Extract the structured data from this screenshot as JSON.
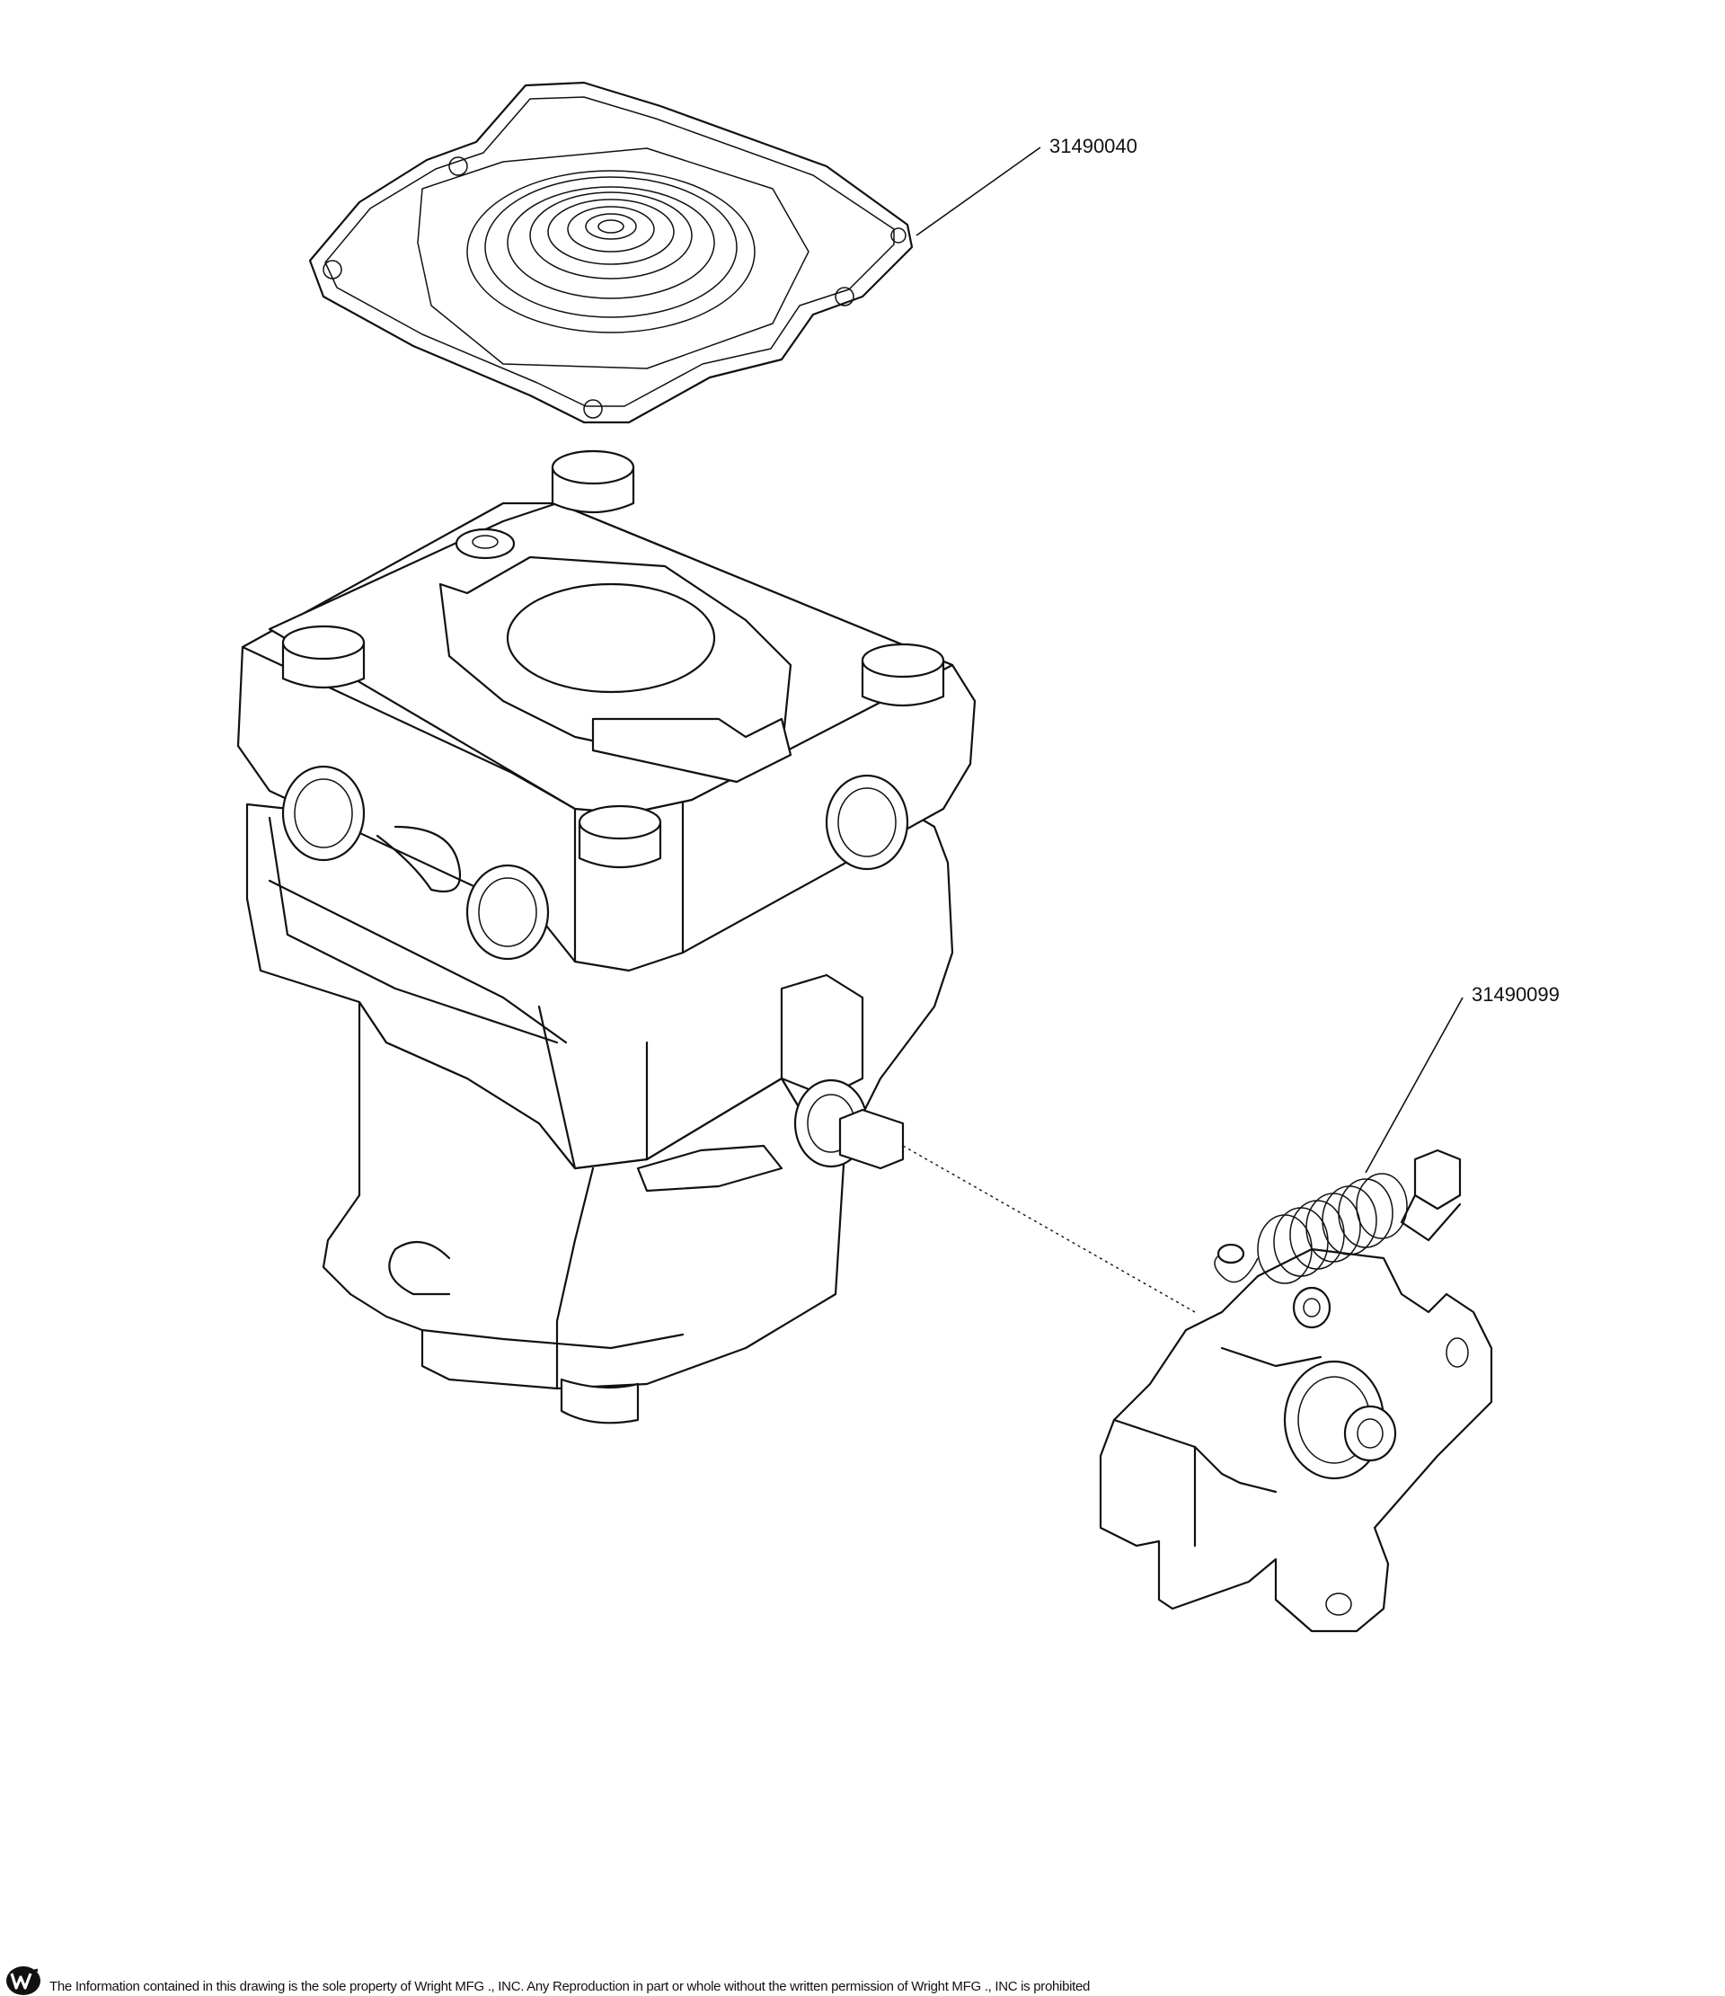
{
  "callouts": [
    {
      "part_number": "31490040"
    },
    {
      "part_number": "31490099"
    }
  ],
  "footer": {
    "logo_icon": "wright-w-logo",
    "notice": "The Information contained in this drawing is the sole property of Wright MFG ., INC. Any Reproduction in part or whole without the written permission of Wright MFG ., INC is prohibited"
  }
}
